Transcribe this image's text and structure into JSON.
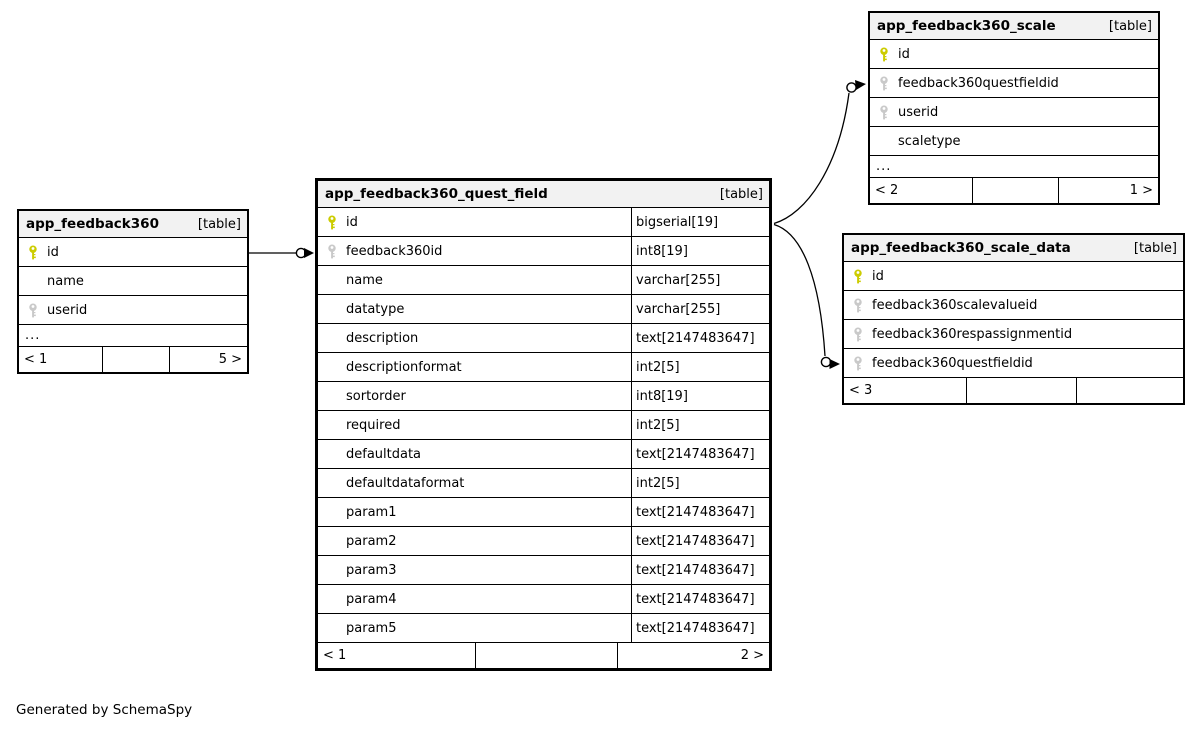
{
  "page": {
    "credit": "Generated by SchemaSpy"
  },
  "colors": {
    "primary_key": "#cccc00",
    "foreign_key": "#c9c9c9",
    "header_bg": "#f2f2f2",
    "line": "#000000"
  },
  "tables": {
    "feedback360": {
      "title": "app_feedback360",
      "tag": "[table]",
      "columns": [
        {
          "name": "id",
          "key": "primary"
        },
        {
          "name": "name",
          "key": "none"
        },
        {
          "name": "userid",
          "key": "foreign"
        }
      ],
      "ellipsis": "...",
      "footer": {
        "left": "< 1",
        "center": "",
        "right": "5 >"
      }
    },
    "quest_field": {
      "title": "app_feedback360_quest_field",
      "tag": "[table]",
      "columns": [
        {
          "name": "id",
          "type": "bigserial[19]",
          "key": "primary"
        },
        {
          "name": "feedback360id",
          "type": "int8[19]",
          "key": "foreign"
        },
        {
          "name": "name",
          "type": "varchar[255]",
          "key": "none"
        },
        {
          "name": "datatype",
          "type": "varchar[255]",
          "key": "none"
        },
        {
          "name": "description",
          "type": "text[2147483647]",
          "key": "none"
        },
        {
          "name": "descriptionformat",
          "type": "int2[5]",
          "key": "none"
        },
        {
          "name": "sortorder",
          "type": "int8[19]",
          "key": "none"
        },
        {
          "name": "required",
          "type": "int2[5]",
          "key": "none"
        },
        {
          "name": "defaultdata",
          "type": "text[2147483647]",
          "key": "none"
        },
        {
          "name": "defaultdataformat",
          "type": "int2[5]",
          "key": "none"
        },
        {
          "name": "param1",
          "type": "text[2147483647]",
          "key": "none"
        },
        {
          "name": "param2",
          "type": "text[2147483647]",
          "key": "none"
        },
        {
          "name": "param3",
          "type": "text[2147483647]",
          "key": "none"
        },
        {
          "name": "param4",
          "type": "text[2147483647]",
          "key": "none"
        },
        {
          "name": "param5",
          "type": "text[2147483647]",
          "key": "none"
        }
      ],
      "footer": {
        "left": "< 1",
        "center": "",
        "right": "2 >"
      }
    },
    "scale": {
      "title": "app_feedback360_scale",
      "tag": "[table]",
      "columns": [
        {
          "name": "id",
          "key": "primary"
        },
        {
          "name": "feedback360questfieldid",
          "key": "foreign"
        },
        {
          "name": "userid",
          "key": "foreign"
        },
        {
          "name": "scaletype",
          "key": "none"
        }
      ],
      "ellipsis": "...",
      "footer": {
        "left": "< 2",
        "center": "",
        "right": "1 >"
      }
    },
    "scale_data": {
      "title": "app_feedback360_scale_data",
      "tag": "[table]",
      "columns": [
        {
          "name": "id",
          "key": "primary"
        },
        {
          "name": "feedback360scalevalueid",
          "key": "foreign"
        },
        {
          "name": "feedback360respassignmentid",
          "key": "foreign"
        },
        {
          "name": "feedback360questfieldid",
          "key": "foreign"
        }
      ],
      "footer": {
        "left": "< 3",
        "center": "",
        "right": ""
      }
    }
  }
}
